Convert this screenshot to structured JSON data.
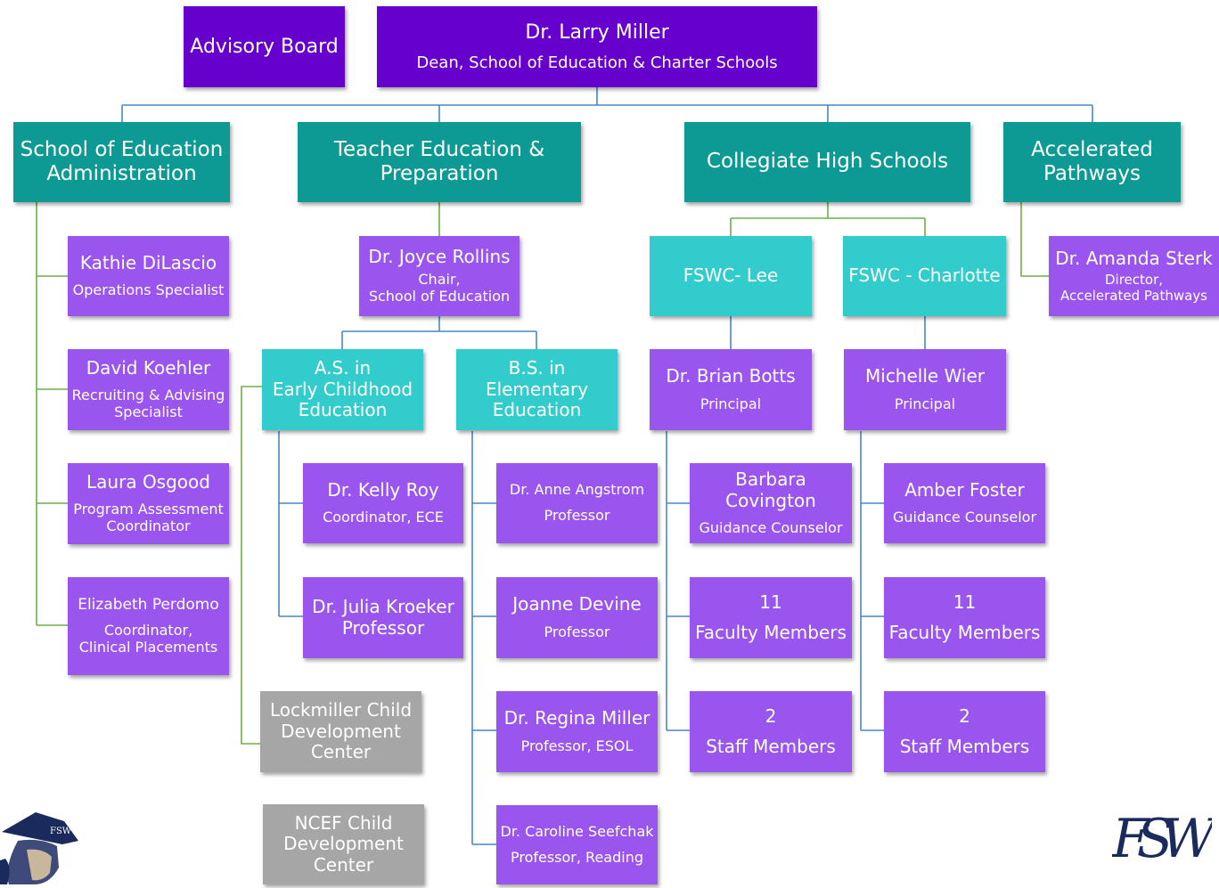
{
  "top": {
    "advisory": "Advisory Board",
    "dean_name": "Dr. Larry Miller",
    "dean_title": "Dean, School of Education & Charter Schools"
  },
  "divisions": {
    "admin": [
      "School of Education",
      "Administration"
    ],
    "teacher": [
      "Teacher Education &",
      "Preparation"
    ],
    "collegiate": "Collegiate High Schools",
    "accelerated": [
      "Accelerated",
      "Pathways"
    ]
  },
  "admin_staff": [
    {
      "name": "Kathie DiLascio",
      "title": [
        "Operations Specialist"
      ]
    },
    {
      "name": "David Koehler",
      "title": [
        "Recruiting & Advising",
        "Specialist"
      ]
    },
    {
      "name": "Laura Osgood",
      "title": [
        "Program Assessment",
        "Coordinator"
      ]
    },
    {
      "name": "Elizabeth Perdomo",
      "title": [
        "Coordinator,",
        "Clinical Placements"
      ]
    }
  ],
  "chair": {
    "name": "Dr. Joyce Rollins",
    "title": [
      "Chair,",
      "School of Education"
    ]
  },
  "programs": {
    "as": [
      "A.S. in",
      "Early Childhood",
      "Education"
    ],
    "bs": [
      "B.S. in",
      "Elementary",
      "Education"
    ]
  },
  "ece_staff": [
    {
      "name": "Dr. Kelly Roy",
      "title": "Coordinator, ECE"
    },
    {
      "name": "Dr. Julia Kroeker",
      "title": "Professor"
    }
  ],
  "centers": {
    "lockmiller": [
      "Lockmiller Child",
      "Development",
      "Center"
    ],
    "ncef": [
      "NCEF Child",
      "Development",
      "Center"
    ]
  },
  "elem_staff": [
    {
      "name": "Dr. Anne Angstrom",
      "title": "Professor"
    },
    {
      "name": "Joanne Devine",
      "title": "Professor"
    },
    {
      "name": "Dr. Regina Miller",
      "title": "Professor, ESOL"
    },
    {
      "name": "Dr. Caroline Seefchak",
      "title": "Professor, Reading"
    }
  ],
  "campuses": {
    "lee": "FSWC- Lee",
    "charlotte": "FSWC - Charlotte"
  },
  "principals": {
    "lee": {
      "name": "Dr. Brian Botts",
      "title": "Principal"
    },
    "charlotte": {
      "name": "Michelle Wier",
      "title": "Principal"
    }
  },
  "lee_staff": {
    "counselor": {
      "name": "Barbara Covington",
      "title": "Guidance Counselor"
    },
    "faculty": {
      "count": "11",
      "label": "Faculty Members"
    },
    "staff": {
      "count": "2",
      "label": "Staff Members"
    }
  },
  "charlotte_staff": {
    "counselor": {
      "name": "Amber Foster",
      "title": "Guidance Counselor"
    },
    "faculty": {
      "count": "11",
      "label": "Faculty Members"
    },
    "staff": {
      "count": "2",
      "label": "Staff Members"
    }
  },
  "accelerated_director": {
    "name": "Dr. Amanda Sterk",
    "title": [
      "Director,",
      "Accelerated Pathways"
    ]
  },
  "logos": {
    "right": "FSW",
    "left_badge": "FSW"
  },
  "colors": {
    "dark_purple": "#6600cc",
    "teal": "#0e9a94",
    "light_teal": "#33cccc",
    "purple": "#9955ee",
    "gray": "#a6a6a6",
    "blue_line": "#4a86c8",
    "green_line": "#70ad47",
    "logo_navy": "#1b2a5c"
  }
}
